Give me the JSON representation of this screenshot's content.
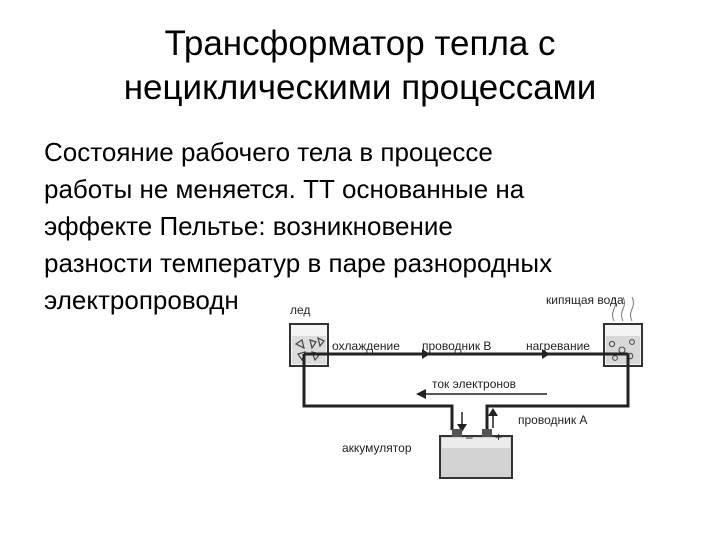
{
  "slide": {
    "title_lines": [
      "Трансформатор тепла с",
      "нециклическими процессами"
    ],
    "body_lines": [
      "Состояние рабочего тела в процессе",
      "работы не меняется. ТТ основанные на",
      "эффекте Пельтье: возникновение",
      "разности температур в паре разнородных",
      "электропроводн"
    ]
  },
  "diagram": {
    "labels": {
      "ice": "лед",
      "boiling_water": "кипящая вода",
      "cooling": "охлаждение",
      "conductor_b": "проводник В",
      "heating": "нагревание",
      "electron_current": "ток электронов",
      "conductor_a": "проводник А",
      "battery": "аккумулятор",
      "minus": "–",
      "plus": "+"
    }
  }
}
